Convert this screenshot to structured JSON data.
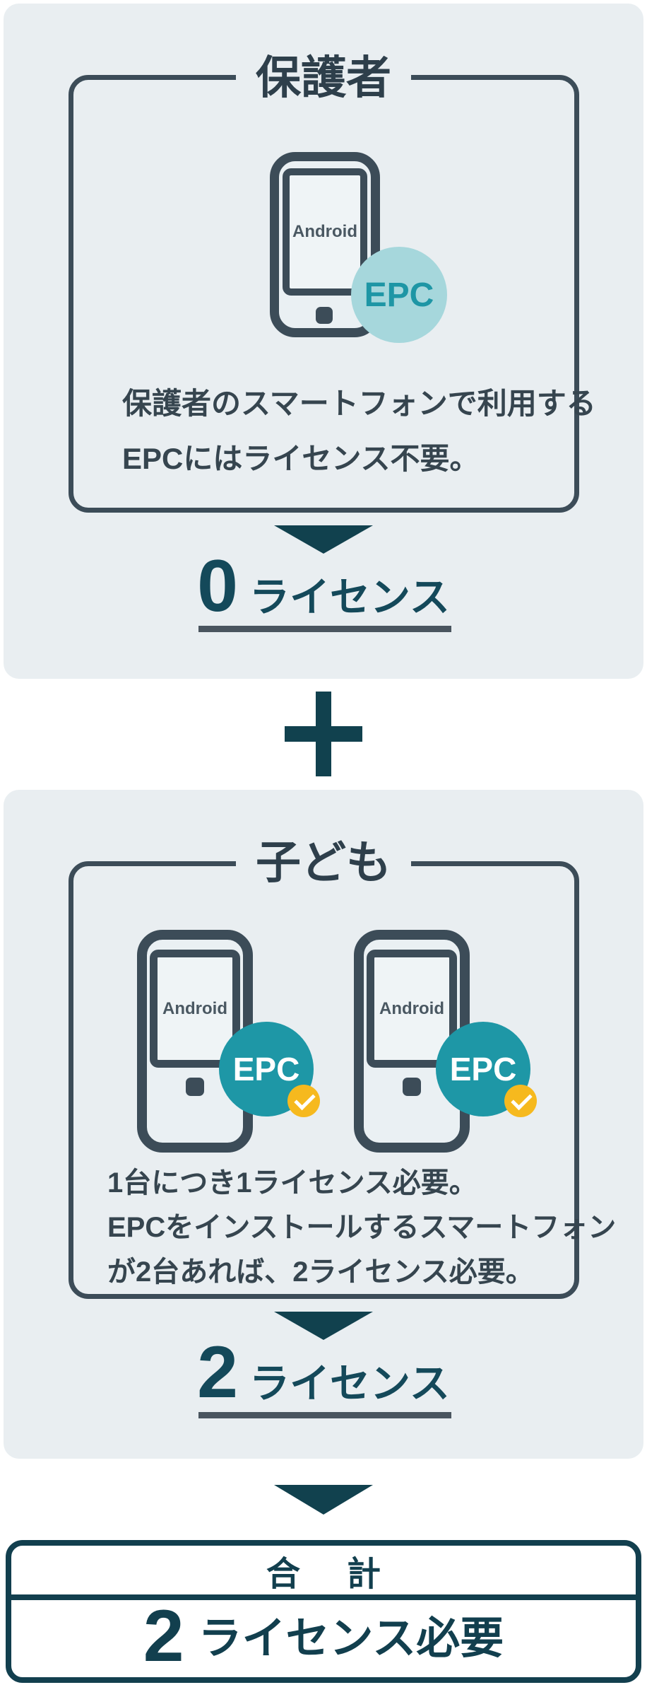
{
  "colors": {
    "panel_background": "#E9EEF1",
    "slate_dark": "#3C4C58",
    "petrol_dark": "#123F4E",
    "license_text": "#14495A",
    "underline_gray": "#4A555F",
    "epc_teal": "#1E97A6",
    "epc_light_teal": "#A6D7DC",
    "check_yellow": "#F6B91E"
  },
  "icons": {
    "arrow_down": "triangle-down",
    "plus": "plus-cross",
    "check": "checkmark"
  },
  "guardian": {
    "title": "保護者",
    "android_label": "Android",
    "badge_label": "EPC",
    "desc_line1": "保護者のスマートフォンで利用する",
    "desc_line2": "EPCにはライセンス不要。",
    "license_count": "0",
    "license_unit": "ライセンス"
  },
  "children": {
    "title": "子ども",
    "android_label": "Android",
    "badge_label": "EPC",
    "desc_line1": "1台につき1ライセンス必要。",
    "desc_line2": "EPCをインストールするスマートフォン",
    "desc_line3": "が2台あれば、2ライセンス必要。",
    "license_count": "2",
    "license_unit": "ライセンス"
  },
  "total": {
    "label": "合計",
    "count": "2",
    "unit": "ライセンス必要"
  }
}
